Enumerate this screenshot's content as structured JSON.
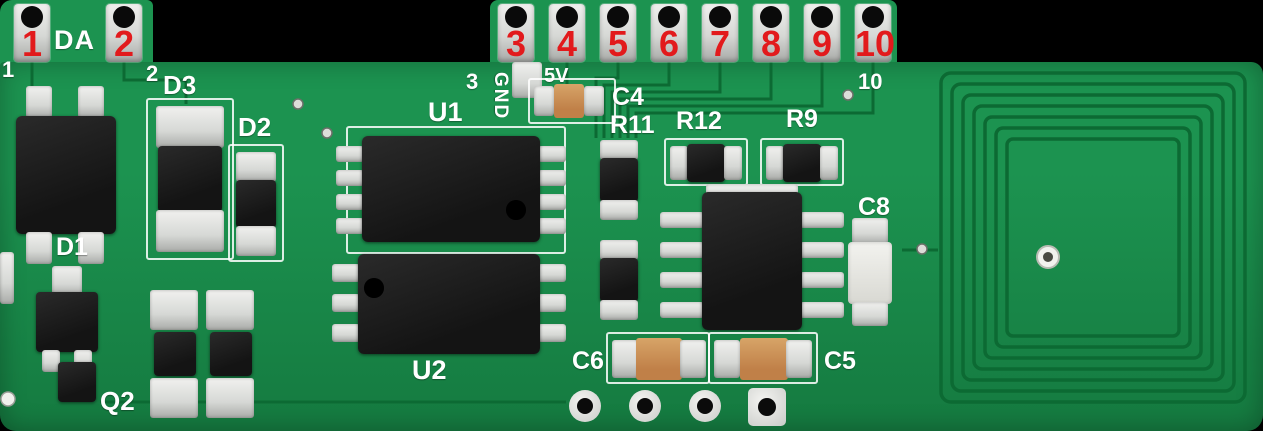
{
  "colors": {
    "background": "#000000",
    "board_green": "#1c9350",
    "board_green_dark": "#157a40",
    "trace_green": "#0c6a33",
    "silkscreen": "#ffffff",
    "red_marking": "#e21a1c",
    "pad_silver": "#d6d8d5",
    "component_black": "#141414",
    "capacitor_tan": "#c08048"
  },
  "connector": {
    "left_pads": [
      {
        "number": "1",
        "silk_number": "1"
      },
      {
        "number": "2",
        "silk_number": "2"
      }
    ],
    "left_label": "DA",
    "top_pads": [
      "3",
      "4",
      "5",
      "6",
      "7",
      "8",
      "9",
      "10"
    ],
    "pad3_silk": "3",
    "pad10_silk": "10",
    "gnd_label": "GND",
    "v5_label": "5V"
  },
  "components": {
    "d1": "D1",
    "d2": "D2",
    "d3": "D3",
    "u1": "U1",
    "u2": "U2",
    "q2": "Q2",
    "c4": "C4",
    "c5": "C5",
    "c6": "C6",
    "c8": "C8",
    "r9": "R9",
    "r11": "R11",
    "r12": "R12"
  }
}
